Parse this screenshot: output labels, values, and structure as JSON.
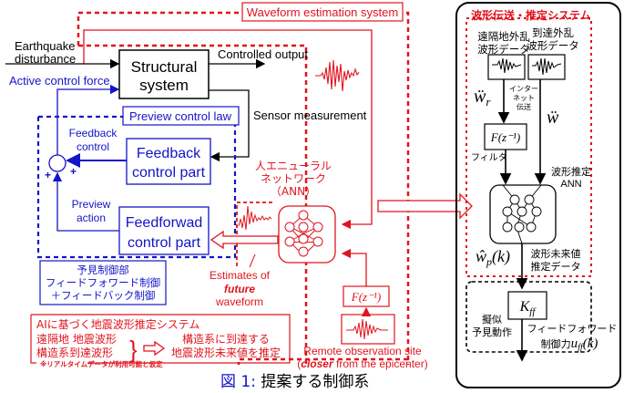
{
  "colors": {
    "red": "#e0141e",
    "blue": "#1414c8",
    "black": "#000000"
  },
  "left": {
    "waveform_system_label": "Waveform estimation system",
    "earthquake_label_1": "Earthquake",
    "earthquake_label_2": "disturbance",
    "structural_1": "Structural",
    "structural_2": "system",
    "controlled_output": "Controlled output",
    "active_control_force": "Active control force",
    "preview_control_law": "Preview control law",
    "sensor_measurement": "Sensor measurement",
    "feedback_control_1": "Feedback",
    "feedback_control_2": "control",
    "feedback_part_1": "Feedback",
    "feedback_part_2": "control part",
    "preview_action_1": "Preview",
    "preview_action_2": "action",
    "feedforward_part_1": "Feedforwad",
    "feedforward_part_2": "control part",
    "plus_1": "+",
    "plus_2": "+",
    "ann_label_1": "人エニューラル",
    "ann_label_2": "ネットワーク",
    "ann_label_3": "（ANN）",
    "estimates_1": "Estimates of",
    "estimates_2": "future",
    "estimates_3": "waveform",
    "filter_label": "F(z⁻¹)",
    "remote_1": "Remote observation site",
    "remote_2a": "(",
    "remote_2b": "closer",
    "remote_2c": " from the epicenter)",
    "preview_jp_1": "予見制御部",
    "preview_jp_2": "フィードフォワード制御",
    "preview_jp_3": "＋フィードバック制御",
    "ai_title": "AIに基づく地震波形推定システム",
    "ai_in_1": "遠隔地 地震波形",
    "ai_in_2": "構造系到達波形",
    "ai_out_1": "構造系に到達する",
    "ai_out_2": "地震波形未来値を推定",
    "ai_note": "※リアルタイムデータが利用可能と仮定"
  },
  "right": {
    "title": "波形伝送・推定システム",
    "remote_data_1": "遠隔地外乱",
    "remote_data_2": "波形データ",
    "arrival_data_1": "到達外乱",
    "arrival_data_2": "波形データ",
    "wr": "ẅ",
    "wr_sub": "r",
    "internet_1": "インター",
    "internet_2": "ネット",
    "internet_3": "伝送",
    "w": "ẅ",
    "filter": "F(z⁻¹)",
    "filter_jp": "フィルタ",
    "ann_1": "波形推定",
    "ann_2": "ANN",
    "wp": "ŵ",
    "wp_sub": "p",
    "wp_arg": "(k)",
    "future_1": "波形未来値",
    "future_2": "推定データ",
    "kff": "K",
    "kff_sub": "ff",
    "pseudo_1": "擬似",
    "pseudo_2": "予見動作",
    "ff_force_1": "フィードフォワード",
    "ff_force_2": "制御力",
    "uff": "u",
    "uff_sub": "ff",
    "uff_arg": "(k)"
  },
  "caption": {
    "prefix": "図 1:",
    "text": " 提案する制御系"
  }
}
